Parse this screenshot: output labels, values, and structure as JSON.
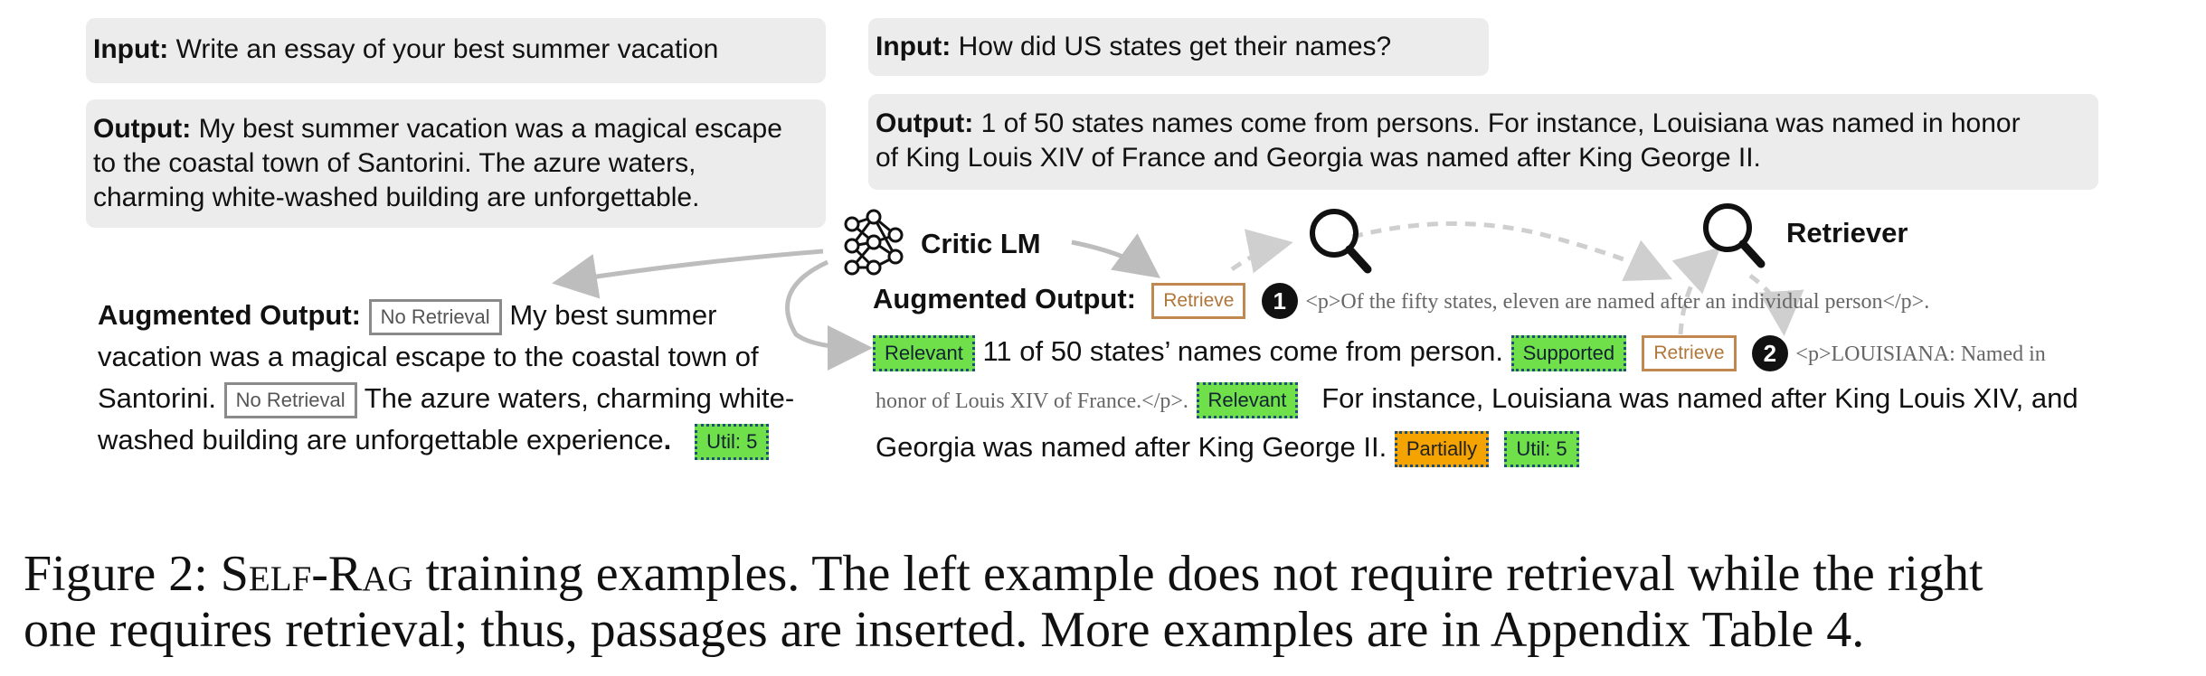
{
  "left": {
    "input_label": "Input:",
    "input_text": "Write an essay of your best summer vacation",
    "output_label": "Output:",
    "output_line1": "My best summer vacation was a magical escape",
    "output_line2": "to the coastal town of Santorini. The azure waters,",
    "output_line3": "charming white-washed building are unforgettable.",
    "aug_label": "Augmented Output:",
    "tok_no_retrieval_1": "No Retrieval",
    "aug_line1_text": "My best summer",
    "aug_line2": "vacation was a magical escape to the coastal town of",
    "aug_line3_pre": "Santorini.",
    "tok_no_retrieval_2": "No Retrieval",
    "aug_line3_post": "The azure waters, charming white-",
    "aug_line4": "washed building are unforgettable experience",
    "aug_line4_period": ".",
    "tok_util": "Util: 5"
  },
  "critic": {
    "label": "Critic LM"
  },
  "retriever": {
    "label": "Retriever"
  },
  "right": {
    "input_label": "Input:",
    "input_text": "How did US states get their names?",
    "output_label": "Output:",
    "output_line1": "1 of 50 states names come from persons. For instance, Louisiana was named in honor",
    "output_line2": "of King Louis XIV of France and Georgia was named after King George II.",
    "aug_label": "Augmented Output:",
    "tok_retrieve_1": "Retrieve",
    "num_1": "1",
    "passage_1": "<p>Of the fifty states, eleven are named after an individual person</p>.",
    "tok_relevant_1": "Relevant",
    "line2_text": "11 of 50 states’ names come from person.",
    "tok_supported": "Supported",
    "tok_retrieve_2": "Retrieve",
    "num_2": "2",
    "passage_2a": "<p>LOUISIANA: Named in",
    "passage_2b": "honor of Louis XIV of France.</p>.",
    "tok_relevant_2": "Relevant",
    "line3_text": "For instance, Louisiana was named after King Louis XIV, and",
    "line4_text": "Georgia was named after King George II.",
    "tok_partially": "Partially",
    "tok_util": "Util: 5"
  },
  "caption": {
    "prefix": "Figure 2: ",
    "name_part1": "S",
    "name_part2": "elf",
    "name_part3": "-R",
    "name_part4": "ag",
    "line1_rest": " training examples. The left example does not require retrieval while the right",
    "line2": "one requires retrieval; thus, passages are inserted. More examples are in Appendix Table 4."
  },
  "colors": {
    "token_green": "#6fe04a",
    "token_orange": "#f5a300",
    "token_border": "#1f4e79",
    "retrieve_border": "#c08850"
  }
}
